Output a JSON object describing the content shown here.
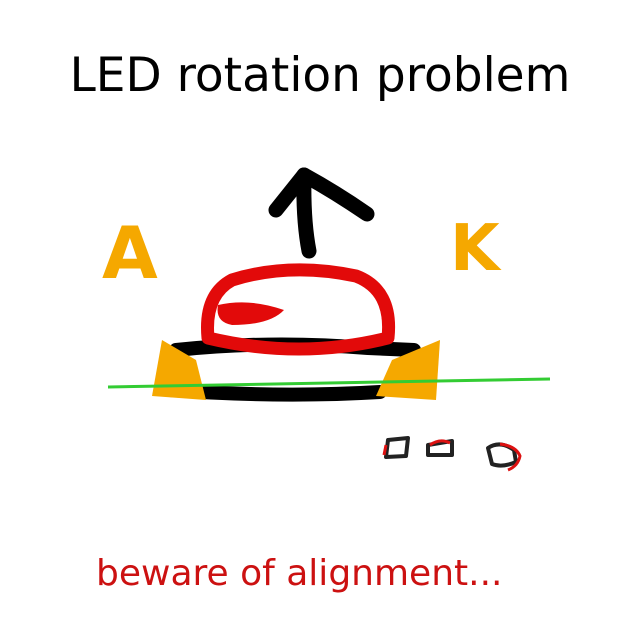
{
  "title": "LED rotation problem",
  "labels": {
    "anode": "A",
    "cathode": "K"
  },
  "caption": "beware of alignment...",
  "colors": {
    "title": "#000000",
    "caption": "#cc1111",
    "pad": "#f5a800",
    "led_dome": "#e20a0a",
    "body_outline": "#000000",
    "alignment_line": "#33cc33",
    "arrow": "#000000"
  },
  "icons": {
    "direction_arrow": "up-arrow-icon"
  }
}
